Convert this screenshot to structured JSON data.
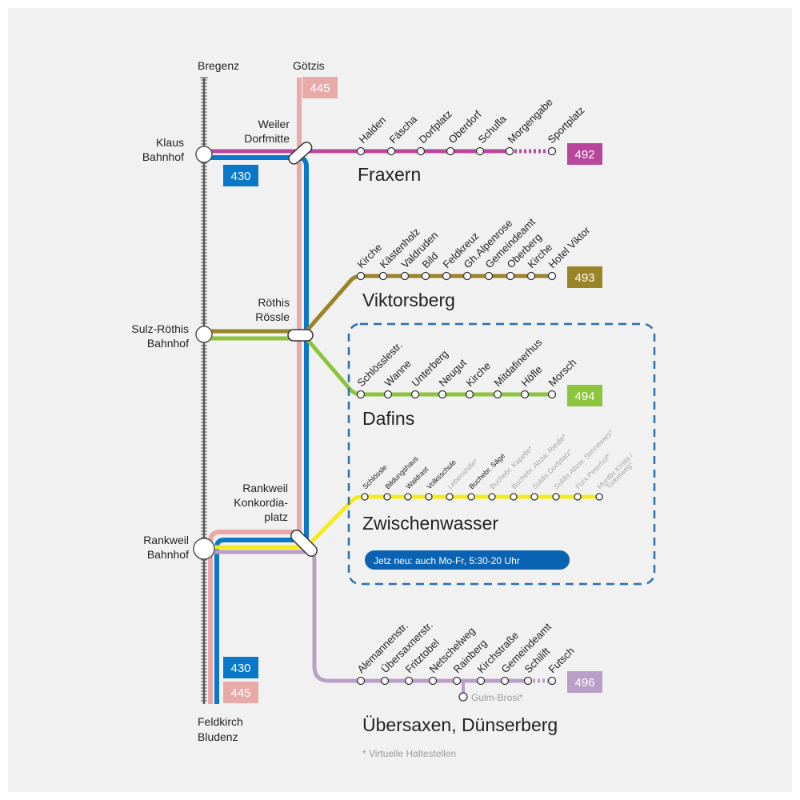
{
  "colors": {
    "background": "#f1f1f1",
    "rail": "#555555",
    "line_430": "#0a78c8",
    "line_445": "#e8a9a9",
    "line_492": "#b8479b",
    "line_493": "#9a8428",
    "line_494": "#8cc43c",
    "line_zw": "#f5ea1e",
    "line_496": "#b99ec7",
    "notice_bg": "#0a63b2",
    "dashed_box": "#2a6fb0"
  },
  "terminals": {
    "bregenz": "Bregenz",
    "goetzis": "Götzis",
    "feldkirch": "Feldkirch",
    "bludenz": "Bludenz"
  },
  "stations": {
    "klaus": [
      "Klaus",
      "Bahnhof"
    ],
    "weiler": [
      "Weiler",
      "Dorfmitte"
    ],
    "sulz": [
      "Sulz-Röthis",
      "Bahnhof"
    ],
    "roethis": [
      "Röthis",
      "Rössle"
    ],
    "rankweil_konk": [
      "Rankweil",
      "Konkordia-",
      "platz"
    ],
    "rankweil_bf": [
      "Rankweil",
      "Bahnhof"
    ]
  },
  "badges": {
    "b445_top": "445",
    "b430_top": "430",
    "b430_bottom": "430",
    "b445_bottom": "445",
    "b492": "492",
    "b493": "493",
    "b494": "494",
    "b496": "496"
  },
  "lines": {
    "fraxern": {
      "destination": "Fraxern",
      "stops": [
        "Halden",
        "Fäscha",
        "Dorfplatz",
        "Oberdorf",
        "Schufla",
        "Morgengabe",
        "Sportplatz"
      ]
    },
    "viktorsberg": {
      "destination": "Viktorsberg",
      "stops": [
        "Kirche",
        "Kästenholz",
        "Valdruden",
        "Bild",
        "Feldkreuz",
        "Gh.Alpenrose",
        "Gemeindeamt",
        "Oberberg",
        "Kirche",
        "Hotel Viktor"
      ]
    },
    "dafins": {
      "destination": "Dafins",
      "stops": [
        "Schlösslestr.",
        "Wanne",
        "Unterberg",
        "Neugut",
        "Kirche",
        "Mitdafinerhus",
        "Höfle",
        "Morsch"
      ]
    },
    "zwischenwasser": {
      "destination": "Zwischenwasser",
      "stops": [
        "Schlössle",
        "Bildungshaus",
        "Waldrast",
        "Volksschule",
        "Lebenshilfe*",
        "Buchebr. Säge",
        "Buchebr. Kapelle*",
        "Buchebr. Abzw. Riedle*",
        "Suldis Dorfplatz*",
        "Suldis Abzw. Sennewies*",
        "Furx Peterhof*",
        "Muntlix Krista /",
        "Torkelweg*"
      ],
      "notice": "Jetz neu: auch Mo-Fr, 5:30-20 Uhr"
    },
    "uebersaxen": {
      "destination": "Übersaxen, Dünserberg",
      "stops": [
        "Alemannenstr.",
        "Übersaxnerstr.",
        "Fritztobel",
        "Netschelweg",
        "Rainberg",
        "Kirchstraße",
        "Gemeindeamt",
        "Schilift",
        "Futsch"
      ],
      "branch_stop": "Gulm-Brosi*"
    }
  },
  "footnote": "* Virtuelle Haltestellen"
}
